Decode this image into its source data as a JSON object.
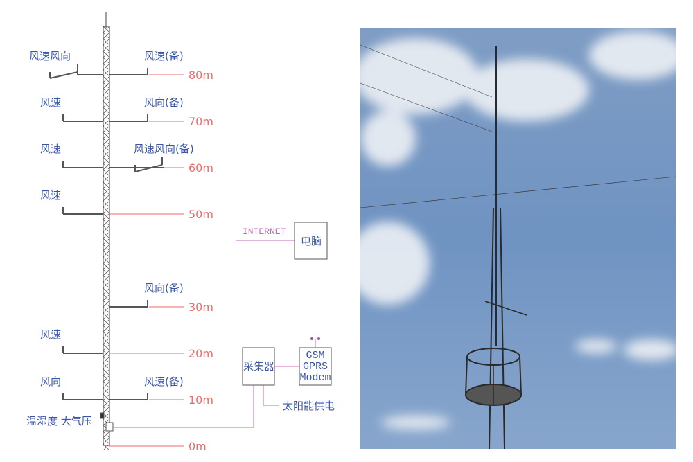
{
  "diagram": {
    "heights": [
      "80m",
      "70m",
      "60m",
      "50m",
      "30m",
      "20m",
      "10m",
      "0m"
    ],
    "sensors": {
      "l80": "风速风向",
      "r80": "风速(备)",
      "l70": "风速",
      "r70": "风向(备)",
      "l60": "风速",
      "r60": "风速风向(备)",
      "l50": "风速",
      "r30": "风向(备)",
      "l20": "风速",
      "l10": "风向",
      "r10": "风速(备)",
      "base": "温湿度 大气压"
    },
    "internet": "INTERNET",
    "computer": "电脑",
    "logger": "采集器",
    "modem": [
      "GSM",
      "GPRS",
      "Modem"
    ],
    "solar": "太阳能供电"
  },
  "colors": {
    "height_line": "#f06a6a",
    "link": "#c986c4",
    "label": "#3a55a8"
  }
}
